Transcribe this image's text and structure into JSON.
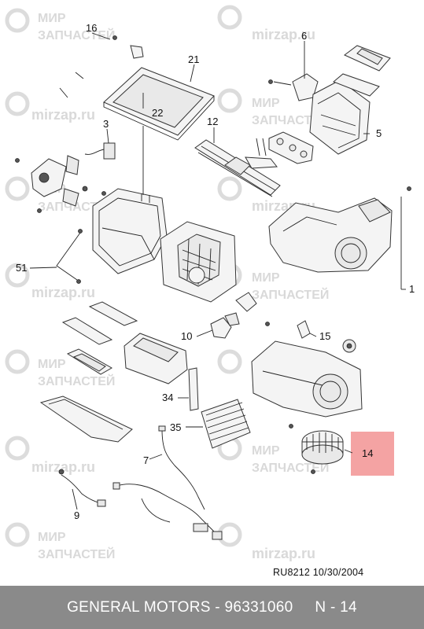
{
  "callouts": {
    "c1": "1",
    "c3": "3",
    "c5": "5",
    "c6": "6",
    "c7": "7",
    "c9": "9",
    "c10": "10",
    "c12": "12",
    "c14": "14",
    "c15": "15",
    "c16": "16",
    "c21": "21",
    "c22": "22",
    "c34": "34",
    "c35": "35",
    "c51": "51"
  },
  "highlight_color": "#f4a3a3",
  "watermark": {
    "line1": "МИР",
    "line2": "ЗАПЧАСТЕЙ",
    "site": "mirzap.ru"
  },
  "doc_stamp": {
    "code": "RU8212",
    "date": "10/30/2004"
  },
  "footer": {
    "brand": "GENERAL MOTORS",
    "separator": " - ",
    "part_number": "96331060",
    "gap": "     ",
    "ref": "N - 14"
  }
}
